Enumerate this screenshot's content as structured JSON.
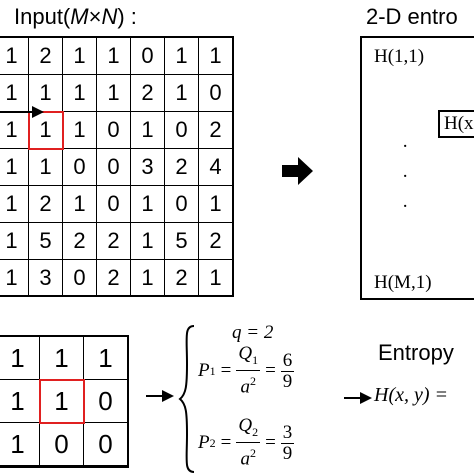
{
  "input_title": {
    "prefix": "Input(",
    "m": "M",
    "times": "×",
    "n": "N",
    "suffix": ") :"
  },
  "entropy_title": "2-D entro",
  "input_matrix": [
    [
      "1",
      "2",
      "1",
      "1",
      "0",
      "1",
      "1"
    ],
    [
      "1",
      "1",
      "1",
      "1",
      "2",
      "1",
      "0"
    ],
    [
      "1",
      "1",
      "1",
      "0",
      "1",
      "0",
      "2"
    ],
    [
      "1",
      "1",
      "0",
      "0",
      "3",
      "2",
      "4"
    ],
    [
      "1",
      "2",
      "1",
      "0",
      "1",
      "0",
      "1"
    ],
    [
      "1",
      "5",
      "2",
      "2",
      "1",
      "5",
      "2"
    ],
    [
      "1",
      "3",
      "0",
      "2",
      "1",
      "2",
      "1"
    ]
  ],
  "window_matrix": [
    [
      "1",
      "1",
      "1"
    ],
    [
      "1",
      "1",
      "0"
    ],
    [
      "1",
      "0",
      "0"
    ]
  ],
  "entropy_box": {
    "first": "H(1,1)",
    "middle": "H(x",
    "last": "H(M,1)",
    "dots": [
      "·",
      "·",
      "·"
    ]
  },
  "formula": {
    "q": "q = 2",
    "p1_label": "P",
    "p1_sub": "1",
    "q1": "Q",
    "q1_sub": "1",
    "den": "a",
    "den_sup": "2",
    "p1_value_num": "6",
    "p1_value_den": "9",
    "p2_label": "P",
    "p2_sub": "2",
    "q2": "Q",
    "q2_sub": "2",
    "p2_value_num": "3",
    "p2_value_den": "9",
    "equals": "="
  },
  "entropy_label": "Entropy",
  "entropy_result": "H(x, y) ="
}
